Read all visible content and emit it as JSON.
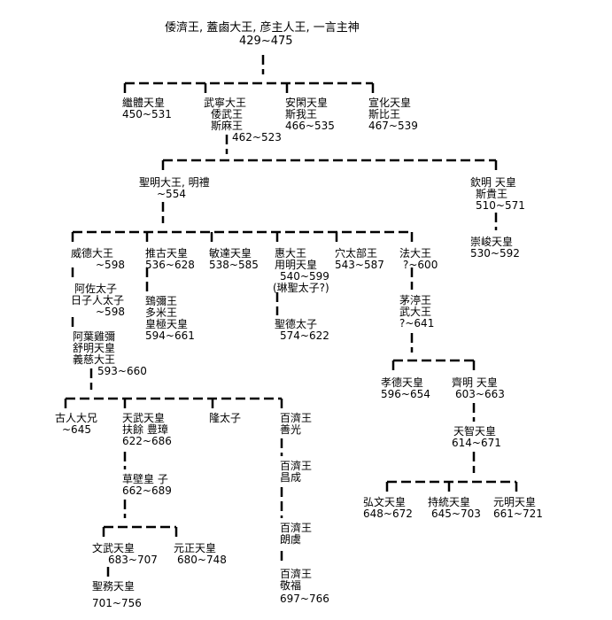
{
  "root": {
    "title": "倭濟王, 蓋鹵大王, 彦主人王, 一言主神",
    "years": "429~475"
  },
  "nodes": {
    "keitai": [
      "繼體天皇",
      "450~531"
    ],
    "buryeong": [
      "武寧大王",
      "倭武王",
      "斯麻王",
      "462~523"
    ],
    "ankan": [
      "安閑天皇",
      "斯我王",
      "466~535"
    ],
    "senka": [
      "宣化天皇",
      "斯比王",
      "467~539"
    ],
    "seong": [
      "聖明大王, 明禮",
      "~554"
    ],
    "kinmei": [
      "欽明 天皇",
      "斯貴王",
      "510~571"
    ],
    "sushun": [
      "崇峻天皇",
      "530~592"
    ],
    "itoku": [
      "威德大王",
      "~598"
    ],
    "suiko": [
      "推古天皇",
      "536~628"
    ],
    "bidatsu": [
      "敏達天皇",
      "538~585"
    ],
    "keidai": [
      "惠大王",
      "用明天皇",
      "540~599",
      "(琳聖太子?)"
    ],
    "anahobe": [
      "穴太部王",
      "543~587"
    ],
    "hodai": [
      "法大王",
      "?~600"
    ],
    "asa": [
      "阿佐太子",
      "日子人太子",
      "~598"
    ],
    "shoutoku": [
      "聖德太子",
      "574~622"
    ],
    "kayano": [
      "茅渟王",
      "武大王",
      "?~641"
    ],
    "hika": [
      "鵄彌王",
      "多米王",
      "皇極天皇",
      "594~661"
    ],
    "ahagi": [
      "阿葉雞彌",
      "舒明天皇",
      "義慈大王",
      "593~660"
    ],
    "kotoku": [
      "孝德天皇",
      "596~654"
    ],
    "saimei": [
      "齊明 天皇",
      "603~663"
    ],
    "furuhito": [
      "古人大兄",
      "~645"
    ],
    "tenmu": [
      "天武天皇",
      "扶餘 豊璋",
      "622~686"
    ],
    "ryu": [
      "隆太子"
    ],
    "zenkou": [
      "百濟王",
      "善光"
    ],
    "tenji": [
      "天智天皇",
      "614~671"
    ],
    "shousei": [
      "百濟王",
      "昌成"
    ],
    "kusakabe": [
      "草壁皇 子",
      "662~689"
    ],
    "koubun": [
      "弘文天皇",
      "648~672"
    ],
    "jitou": [
      "持統天皇",
      "645~703"
    ],
    "genmei": [
      "元明天皇",
      "661~721"
    ],
    "rouku": [
      "百濟王",
      "朗虞"
    ],
    "monmu": [
      "文武天皇",
      "683~707"
    ],
    "gensho": [
      "元正天皇",
      "680~748"
    ],
    "kyouhuku": [
      "百濟王",
      "敬福",
      "697~766"
    ],
    "shomu": [
      "聖務天皇",
      "701~756"
    ]
  }
}
